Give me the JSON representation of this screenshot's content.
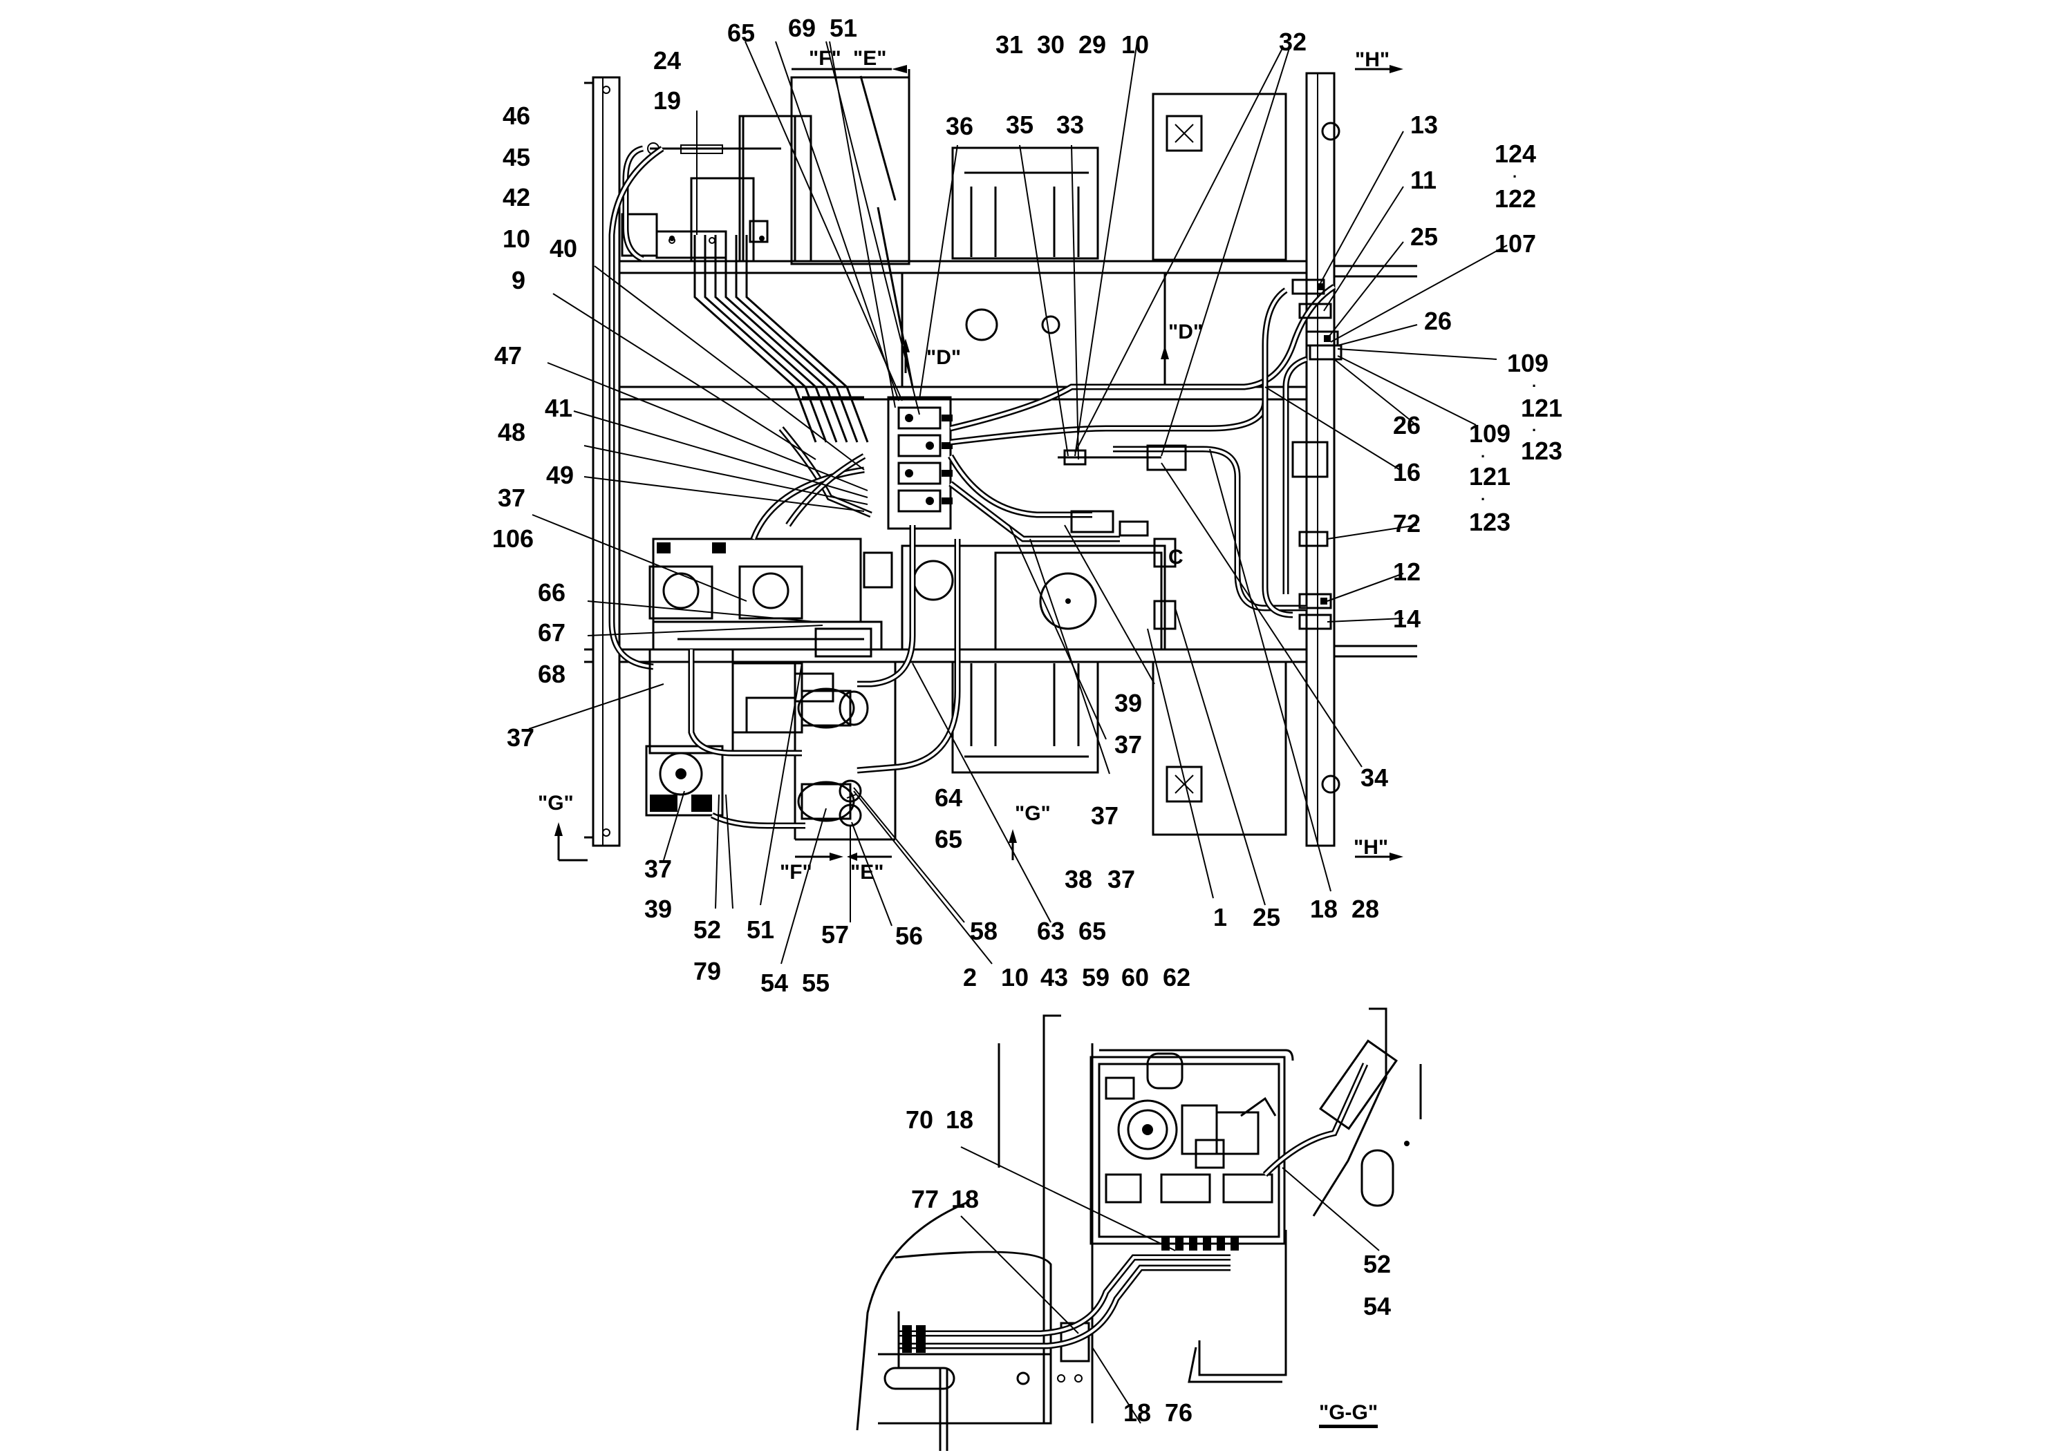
{
  "drawing": {
    "main_callouts": [
      {
        "id": "c65a",
        "text": "65"
      },
      {
        "id": "c69",
        "text": "69"
      },
      {
        "id": "c51a",
        "text": "51"
      },
      {
        "id": "c31",
        "text": "31"
      },
      {
        "id": "c30",
        "text": "30"
      },
      {
        "id": "c29",
        "text": "29"
      },
      {
        "id": "c10a",
        "text": "10"
      },
      {
        "id": "c32",
        "text": "32"
      },
      {
        "id": "c24",
        "text": "24"
      },
      {
        "id": "c19",
        "text": "19"
      },
      {
        "id": "c46",
        "text": "46"
      },
      {
        "id": "c45",
        "text": "45"
      },
      {
        "id": "c42",
        "text": "42"
      },
      {
        "id": "c10b",
        "text": "10"
      },
      {
        "id": "c40",
        "text": "40"
      },
      {
        "id": "c9",
        "text": "9"
      },
      {
        "id": "c47",
        "text": "47"
      },
      {
        "id": "c41",
        "text": "41"
      },
      {
        "id": "c48",
        "text": "48"
      },
      {
        "id": "c49",
        "text": "49"
      },
      {
        "id": "c37a",
        "text": "37"
      },
      {
        "id": "c106",
        "text": "106"
      },
      {
        "id": "c66",
        "text": "66"
      },
      {
        "id": "c67",
        "text": "67"
      },
      {
        "id": "c68",
        "text": "68"
      },
      {
        "id": "c37b",
        "text": "37"
      },
      {
        "id": "c37c",
        "text": "37"
      },
      {
        "id": "c39a",
        "text": "39"
      },
      {
        "id": "c52a",
        "text": "52"
      },
      {
        "id": "c79",
        "text": "79"
      },
      {
        "id": "c51b",
        "text": "51"
      },
      {
        "id": "c54a",
        "text": "54"
      },
      {
        "id": "c55",
        "text": "55"
      },
      {
        "id": "c57",
        "text": "57"
      },
      {
        "id": "c56",
        "text": "56"
      },
      {
        "id": "c58",
        "text": "58"
      },
      {
        "id": "c2",
        "text": "2"
      },
      {
        "id": "c10c",
        "text": "10"
      },
      {
        "id": "c43",
        "text": "43"
      },
      {
        "id": "c59",
        "text": "59"
      },
      {
        "id": "c60",
        "text": "60"
      },
      {
        "id": "c62",
        "text": "62"
      },
      {
        "id": "c63",
        "text": "63"
      },
      {
        "id": "c65b",
        "text": "65"
      },
      {
        "id": "c64",
        "text": "64"
      },
      {
        "id": "c65c",
        "text": "65"
      },
      {
        "id": "c38",
        "text": "38"
      },
      {
        "id": "c37d",
        "text": "37"
      },
      {
        "id": "c37e",
        "text": "37"
      },
      {
        "id": "c39b",
        "text": "39"
      },
      {
        "id": "c37f",
        "text": "37"
      },
      {
        "id": "c1",
        "text": "1"
      },
      {
        "id": "c25a",
        "text": "25"
      },
      {
        "id": "c18a",
        "text": "18"
      },
      {
        "id": "c28",
        "text": "28"
      },
      {
        "id": "c36",
        "text": "36"
      },
      {
        "id": "c35",
        "text": "35"
      },
      {
        "id": "c33",
        "text": "33"
      },
      {
        "id": "c13",
        "text": "13"
      },
      {
        "id": "c11",
        "text": "11"
      },
      {
        "id": "c25b",
        "text": "25"
      },
      {
        "id": "c26a",
        "text": "26"
      },
      {
        "id": "c26b",
        "text": "26"
      },
      {
        "id": "c16",
        "text": "16"
      },
      {
        "id": "c72",
        "text": "72"
      },
      {
        "id": "c12",
        "text": "12"
      },
      {
        "id": "c14",
        "text": "14"
      },
      {
        "id": "c34",
        "text": "34"
      },
      {
        "id": "c124",
        "text": "124"
      },
      {
        "id": "c122",
        "text": "122"
      },
      {
        "id": "c107",
        "text": "107"
      },
      {
        "id": "c109a",
        "text": "109"
      },
      {
        "id": "c121a",
        "text": "121"
      },
      {
        "id": "c123a",
        "text": "123"
      },
      {
        "id": "c109b",
        "text": "109"
      },
      {
        "id": "c121b",
        "text": "121"
      },
      {
        "id": "c123b",
        "text": "123"
      }
    ],
    "view_marks": [
      {
        "id": "vF1",
        "text": "\"F\""
      },
      {
        "id": "vE1",
        "text": "\"E\""
      },
      {
        "id": "vH1",
        "text": "\"H\""
      },
      {
        "id": "vH2",
        "text": "\"H\""
      },
      {
        "id": "vD1",
        "text": "\"D\""
      },
      {
        "id": "vD2",
        "text": "\"D\""
      },
      {
        "id": "vG1",
        "text": "\"G\""
      },
      {
        "id": "vG2",
        "text": "\"G\""
      },
      {
        "id": "vF2",
        "text": "\"F\""
      },
      {
        "id": "vE2",
        "text": "\"E\""
      },
      {
        "id": "vC",
        "text": "C"
      }
    ],
    "section_callouts": [
      {
        "id": "s70",
        "text": "70"
      },
      {
        "id": "s18a",
        "text": "18"
      },
      {
        "id": "s77",
        "text": "77"
      },
      {
        "id": "s18b",
        "text": "18"
      },
      {
        "id": "s52",
        "text": "52"
      },
      {
        "id": "s54",
        "text": "54"
      },
      {
        "id": "s18c",
        "text": "18"
      },
      {
        "id": "s76",
        "text": "76"
      }
    ],
    "section_title": "\"G-G\""
  }
}
